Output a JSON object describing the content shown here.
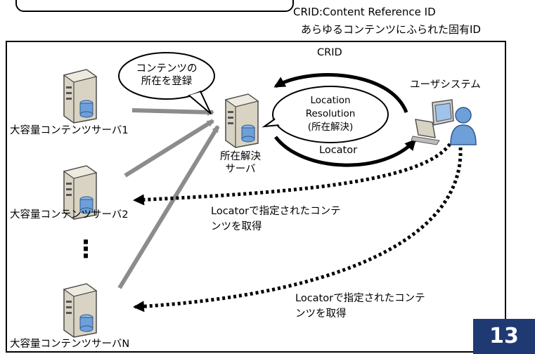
{
  "notes": {
    "crid_definition": "CRID:Content Reference ID",
    "crid_description": "あらゆるコンテンツにふられた固有ID"
  },
  "diagram": {
    "crid_arrow_label": "CRID",
    "register_bubble": [
      "コンテンツの",
      "所在を登録"
    ],
    "resolution_bubble": [
      "Location",
      "Resolution",
      "(所在解決)"
    ],
    "locator_arrow_label": "Locator",
    "resolution_server": [
      "所在解決",
      "サーバ"
    ],
    "user_system": "ユーザシステム",
    "servers": [
      "大容量コンテンツサーバ1",
      "大容量コンテンツサーバ2",
      "大容量コンテンツサーバN"
    ],
    "fetch_note_1": [
      "Locatorで指定されたコンテ",
      "ンツを取得"
    ],
    "fetch_note_2": [
      "Locatorで指定されたコンテ",
      "ンツを取得"
    ],
    "ellipsis": "⋮"
  },
  "page_number": "13",
  "colors": {
    "frame": "#000000",
    "register_arrow": "#8c8c8c",
    "page_badge": "#1f3a73",
    "server_body": "#d9d3c4",
    "user_figure": "#6f9fd8"
  },
  "icons": [
    "server-icon",
    "user-computer-icon",
    "person-icon"
  ]
}
